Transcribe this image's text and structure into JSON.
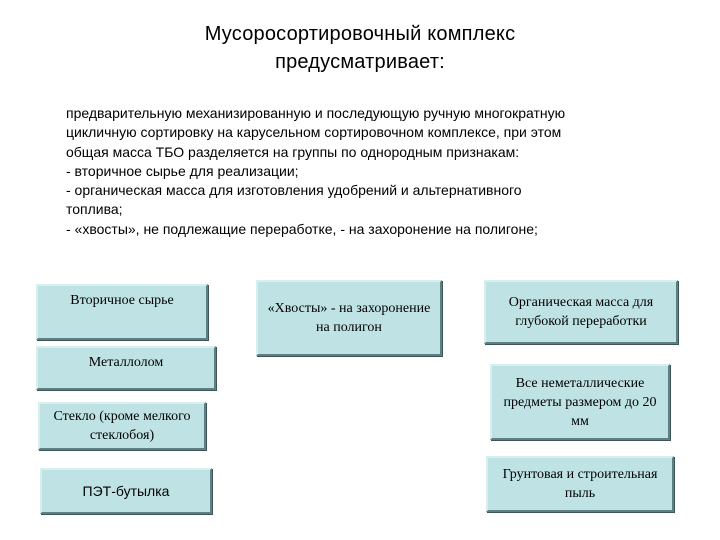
{
  "title": {
    "line1": "Мусоросортировочный комплекс",
    "line2": "предусматривает:"
  },
  "body": {
    "lines": [
      "предварительную механизированную и последующую ручную многократную",
      "цикличную сортировку на карусельном сортировочном комплексе, при этом",
      "общая масса ТБО разделяется на группы по однородным признакам:",
      " - вторичное сырье для реализации;",
      "- органическая масса для изготовления удобрений и альтернативного",
      "топлива;",
      "- «хвосты», не подлежащие переработке, - на захоронение на полигоне;"
    ]
  },
  "boxes": {
    "secondary_raw": "Вторичное сырье",
    "scrap_metal": "Металлолом",
    "glass": "Стекло (кроме мелкого стеклобоя)",
    "pet_bottle": "ПЭТ-бутылка",
    "tails": "«Хвосты» - на захоронение на полигон",
    "organic": "Органическая масса для глубокой переработки",
    "nonmetal": "Все неметаллические предметы размером до 20 мм",
    "soil_dust": "Грунтовая и строительная пыль"
  },
  "colors": {
    "box_fill": "#bfe3e5",
    "box_shadow": "#5f7f82"
  }
}
